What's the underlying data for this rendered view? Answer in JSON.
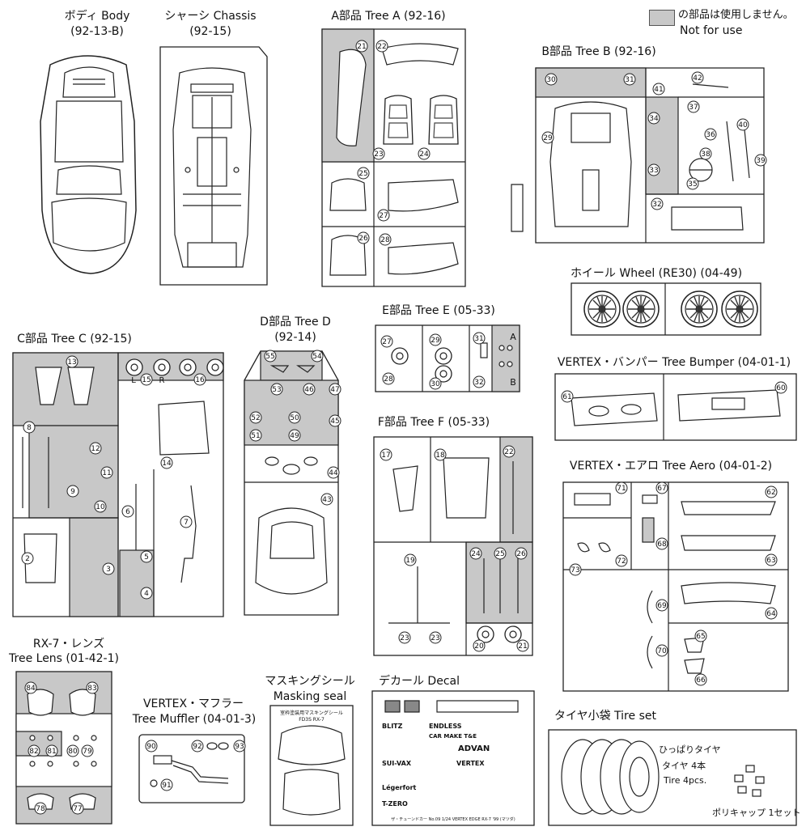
{
  "legend": {
    "line1": "の部品は使用しません。",
    "line2": "Not for use"
  },
  "parts": {
    "body": {
      "title": "ボディ Body",
      "code": "(92-13-B)"
    },
    "chassis": {
      "title": "シャーシ Chassis",
      "code": "(92-15)"
    },
    "treeA": {
      "title": "A部品 Tree A (92-16)",
      "nums": [
        "21",
        "22",
        "23",
        "24",
        "25",
        "26",
        "27",
        "28"
      ]
    },
    "treeB": {
      "title": "B部品 Tree B (92-16)",
      "nums": [
        "30",
        "31",
        "29",
        "41",
        "42",
        "37",
        "34",
        "36",
        "40",
        "38",
        "33",
        "39",
        "35",
        "32"
      ]
    },
    "wheel": {
      "title": "ホイール Wheel (RE30) (04-49)"
    },
    "treeC": {
      "title": "C部品 Tree C (92-15)",
      "nums": [
        "13",
        "15",
        "16",
        "8",
        "12",
        "11",
        "10",
        "9",
        "14",
        "6",
        "7",
        "2",
        "3",
        "5",
        "4"
      ],
      "l": "L",
      "r": "R"
    },
    "treeD": {
      "title": "D部品 Tree D",
      "code": "(92-14)",
      "nums": [
        "55",
        "54",
        "53",
        "46",
        "47",
        "52",
        "50",
        "45",
        "51",
        "49",
        "44",
        "43"
      ]
    },
    "treeE": {
      "title": "E部品 Tree E (05-33)",
      "nums": [
        "27",
        "29",
        "31",
        "28",
        "30",
        "32"
      ],
      "a": "A",
      "b": "B"
    },
    "bumper": {
      "title": "VERTEX・バンパー Tree Bumper (04-01-1)",
      "nums": [
        "61",
        "60"
      ]
    },
    "treeF": {
      "title": "F部品 Tree F (05-33)",
      "nums": [
        "17",
        "18",
        "22",
        "19",
        "24",
        "25",
        "26",
        "23",
        "23",
        "20",
        "21"
      ]
    },
    "aero": {
      "title": "VERTEX・エアロ Tree Aero (04-01-2)",
      "nums": [
        "71",
        "67",
        "62",
        "68",
        "72",
        "73",
        "63",
        "69",
        "64",
        "70",
        "65",
        "66"
      ]
    },
    "lens": {
      "title1": "RX-7・レンズ",
      "title2": "Tree Lens (01-42-1)",
      "nums": [
        "84",
        "83",
        "82",
        "81",
        "80",
        "79",
        "78",
        "77"
      ]
    },
    "muffler": {
      "title1": "VERTEX・マフラー",
      "title2": "Tree Muffler (04-01-3)",
      "nums": [
        "90",
        "92",
        "93",
        "91"
      ]
    },
    "masking": {
      "title1": "マスキングシール",
      "title2": "Masking seal",
      "sheet_title": "室枠塗装用マスキングシール",
      "sheet_sub": "FD3S RX-7"
    },
    "decal": {
      "title": "デカール Decal",
      "brands": [
        "BLITZ",
        "ENDLESS",
        "CAR MAKE T&E",
        "ADVAN",
        "SUI-VAX",
        "VERTEX",
        "Légerfort",
        "T-ZERO"
      ],
      "footer": "ザ・チューンドカー No.09 1/24 VERTEX EDGE RX-7 '99 (マツダ)"
    },
    "tires": {
      "title": "タイヤ小袋 Tire set",
      "note1": "ひっぱりタイヤ",
      "note2": "タイヤ 4本",
      "note3": "Tire 4pcs.",
      "note4": "ポリキャップ 1セット"
    }
  },
  "colors": {
    "unused_gray": "#c8c8c8",
    "line": "#222222"
  }
}
